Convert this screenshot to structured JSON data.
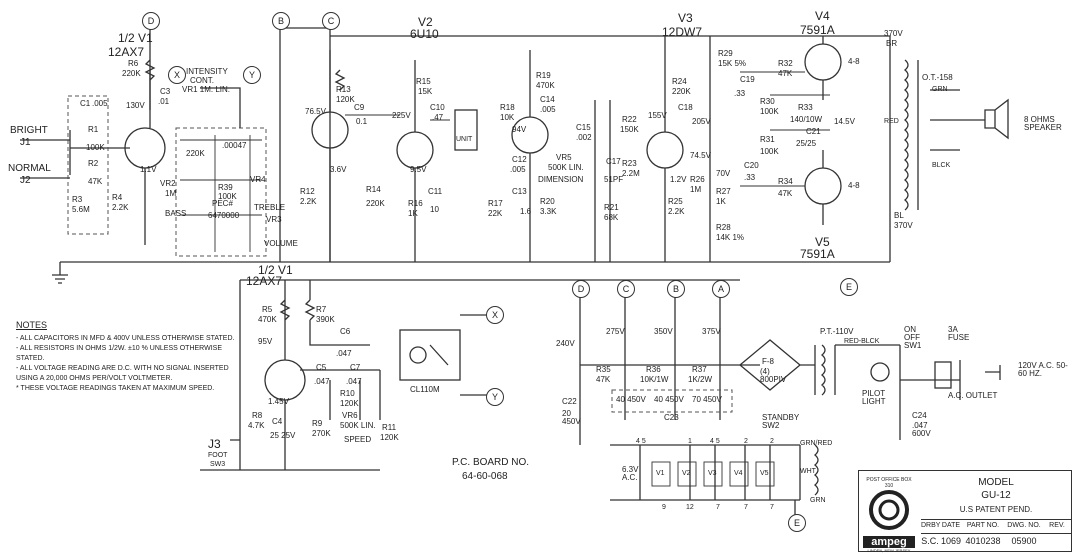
{
  "notes": {
    "title": "NOTES",
    "items": [
      "- ALL CAPACITORS IN MFD & 400V UNLESS OTHERWISE STATED.",
      "- ALL RESISTORS IN OHMS 1/2W. ±10 % UNLESS OTHERWISE STATED.",
      "- ALL VOLTAGE READING ARE D.C. WITH NO SIGNAL INSERTED USING A 20,000 OHMS PER/VOLT VOLTMETER.",
      "* THESE VOLTAGE READINGS TAKEN AT MAXIMUM SPEED."
    ]
  },
  "tubes": {
    "v1a": {
      "name": "1/2 V1",
      "type": "12AX7"
    },
    "v1b": {
      "name": "1/2 V1",
      "type": "12AX7"
    },
    "v2": {
      "name": "V2",
      "type": "6U10"
    },
    "v3": {
      "name": "V3",
      "type": "12DW7"
    },
    "v4": {
      "name": "V4",
      "type": "7591A"
    },
    "v5": {
      "name": "V5",
      "type": "7591A"
    }
  },
  "nodes": {
    "a": "A",
    "b": "B",
    "c": "C",
    "d": "D",
    "e": "E",
    "x": "X",
    "y": "Y"
  },
  "inputs": {
    "bright": "BRIGHT",
    "j1": "J1",
    "normal": "NORMAL",
    "j2": "J2",
    "j3": "J3",
    "foot": "FOOT",
    "sw3": "SW3"
  },
  "components": {
    "r6": "R6",
    "r6v": "220K",
    "v130": "130V",
    "c3": "C3",
    "c3v": ".01",
    "intensity": "INTENSITY",
    "cont": "CONT.",
    "vr1": "VR1 1M. LIN.",
    "c1": "C1",
    "c1v": ".005",
    "r1": "R1",
    "r1v": "100K",
    "r2": "R2",
    "r2v": "47K",
    "r3": "R3",
    "r3v": "5.6M",
    "r4": "R4",
    "r4v": "2.2K",
    "v11": "1.1V",
    "pec": "PEC#",
    "pecv": "6470000",
    "r220k": "220K",
    "c0047": ".00047",
    "vr2": "VR2",
    "vr2v": "1M",
    "bass": "BASS",
    "r39": "R39",
    "r39v": "100K",
    "vr4": "VR4",
    "treble": "TREBLE",
    "vr3": "VR3",
    "volume": "VOLUME",
    "r13": "R13",
    "r13v": "120K",
    "v765": "76.5V",
    "c9": "C9",
    "c9v": "0.1",
    "r15": "R15",
    "r15v": "15K",
    "v225": "225V",
    "c10": "C10",
    "c10v": ".47",
    "r12": "R12",
    "r12v": "2.2K",
    "r14": "R14",
    "r14v": "220K",
    "r16": "R16",
    "r16v": "1K",
    "c11": "C11",
    "c11v": "10",
    "v36": "3.6V",
    "v95": "9.5V",
    "unit": "UNIT",
    "r18": "R18",
    "r18v": "10K",
    "r19": "R19",
    "r19v": "470K",
    "v94": "94V",
    "c14": "C14",
    "c14v": ".005",
    "c15": "C15",
    "c15v": ".002",
    "vr5": "VR5",
    "vr5v": "500K LIN.",
    "dimension": "DIMENSION",
    "r17": "R17",
    "r17v": "22K",
    "c12": "C12",
    "c12v": ".005",
    "r20": "R20",
    "r20v": "3.3K",
    "c13": "C13",
    "v16": "1.6",
    "r24": "R24",
    "r24v": "220K",
    "r22": "R22",
    "r22v": "150K",
    "v155": "155V",
    "c18": "C18",
    "c17": "C17",
    "c17v": "51PF",
    "r23": "R23",
    "r23v": "2.2M",
    "r21": "R21",
    "r21v": "68K",
    "r25": "R25",
    "r25v": "2.2K",
    "v12": "1.2V",
    "r29": "R29",
    "r29v": "15K 5%",
    "v205": "205V",
    "c19": "C19",
    "c19v": ".33",
    "r32": "R32",
    "r32v": "47K",
    "r30": "R30",
    "r30v": "100K",
    "r33": "R33",
    "r33v": "140/10W",
    "c21": "C21",
    "c21v": "25/25",
    "r31": "R31",
    "r31v": "100K",
    "v145": "14.5V",
    "r26": "R26",
    "r26v": "1M",
    "r27": "R27",
    "r27v": "1K",
    "r28": "R28",
    "r28v": "14K 1%",
    "v745": "74.5V",
    "v70": "70V",
    "c20": "C20",
    "r34": "R34",
    "r34v": "47K",
    "v370a": "370V",
    "br": "BR",
    "bl": "BL",
    "v370b": "370V",
    "ot": "O.T.-158",
    "grn": "GRN",
    "red": "RED",
    "blk": "BLCK",
    "speaker": "8 OHMS SPEAKER",
    "v48": "4-8",
    "r5": "R5",
    "r5v": "470K",
    "r7": "R7",
    "r7v": "390K",
    "c6": "C6",
    "c6v": ".047",
    "v95b": "95V",
    "c5": "C5",
    "c7": "C7",
    "c047": ".047",
    "r10": "R10",
    "r10v": "120K",
    "vr6": "VR6",
    "vr6v": "500K LIN.",
    "speed": "SPEED",
    "r8": "R8",
    "r8v": "4.7K",
    "c4": "C4",
    "c4v": "25 25V",
    "v145b": "1.45V",
    "r9": "R9",
    "r9v": "270K",
    "r11": "R11",
    "r11v": "120K",
    "cl": "CL110M",
    "pcb": "P.C. BOARD NO.",
    "pcbv": "64-60-068",
    "v240": "240V",
    "v275": "275V",
    "v350": "350V",
    "v375": "375V",
    "r35": "R35",
    "r35v": "47K",
    "r36": "R36",
    "r36v": "10K/1W",
    "r37": "R37",
    "r37v": "1K/2W",
    "c22": "C22",
    "c22v": "20 450V",
    "c23": "C23",
    "c23v": "40 450V",
    "c40": "40 450V",
    "c70": "70 450V",
    "f8": "F-8",
    "f8v": "(4) 800PIV",
    "standby": "STANDBY SW2",
    "pt": "P.T.-110V",
    "redblk": "RED-BLCK",
    "onoff": "ON OFF SW1",
    "fuse": "3A FUSE",
    "ac": "120V A.C. 50-60 HZ.",
    "acout": "A.C. OUTLET",
    "pilot": "PILOT LIGHT",
    "c24": "C24",
    "c24v": ".047 600V",
    "grnred": "GRN/RED",
    "wht": "WHT",
    "ac63": "6.3V A.C.",
    "h1": "V1",
    "h2": "V2",
    "h3": "V3",
    "h4": "V4",
    "h5": "V5",
    "p45a": "4 5",
    "p1": "1",
    "p45b": "4 5",
    "p2a": "2",
    "p2b": "2",
    "p9": "9",
    "p12": "12",
    "p7a": "7",
    "p7b": "7",
    "p7c": "7"
  },
  "title_block": {
    "logo_top": "POST OFFICE BOX 310",
    "logo": "ampeg",
    "logo_sub": "LINDEN, NEW JERSEY",
    "model_label": "MODEL",
    "model": "GU-12",
    "patent": "U.S PATENT PEND.",
    "headers": [
      "DRBY",
      "DATE",
      "PART NO.",
      "DWG. NO.",
      "REV."
    ],
    "values": [
      "S.C.",
      "1069",
      "4010238",
      "05900",
      ""
    ]
  }
}
